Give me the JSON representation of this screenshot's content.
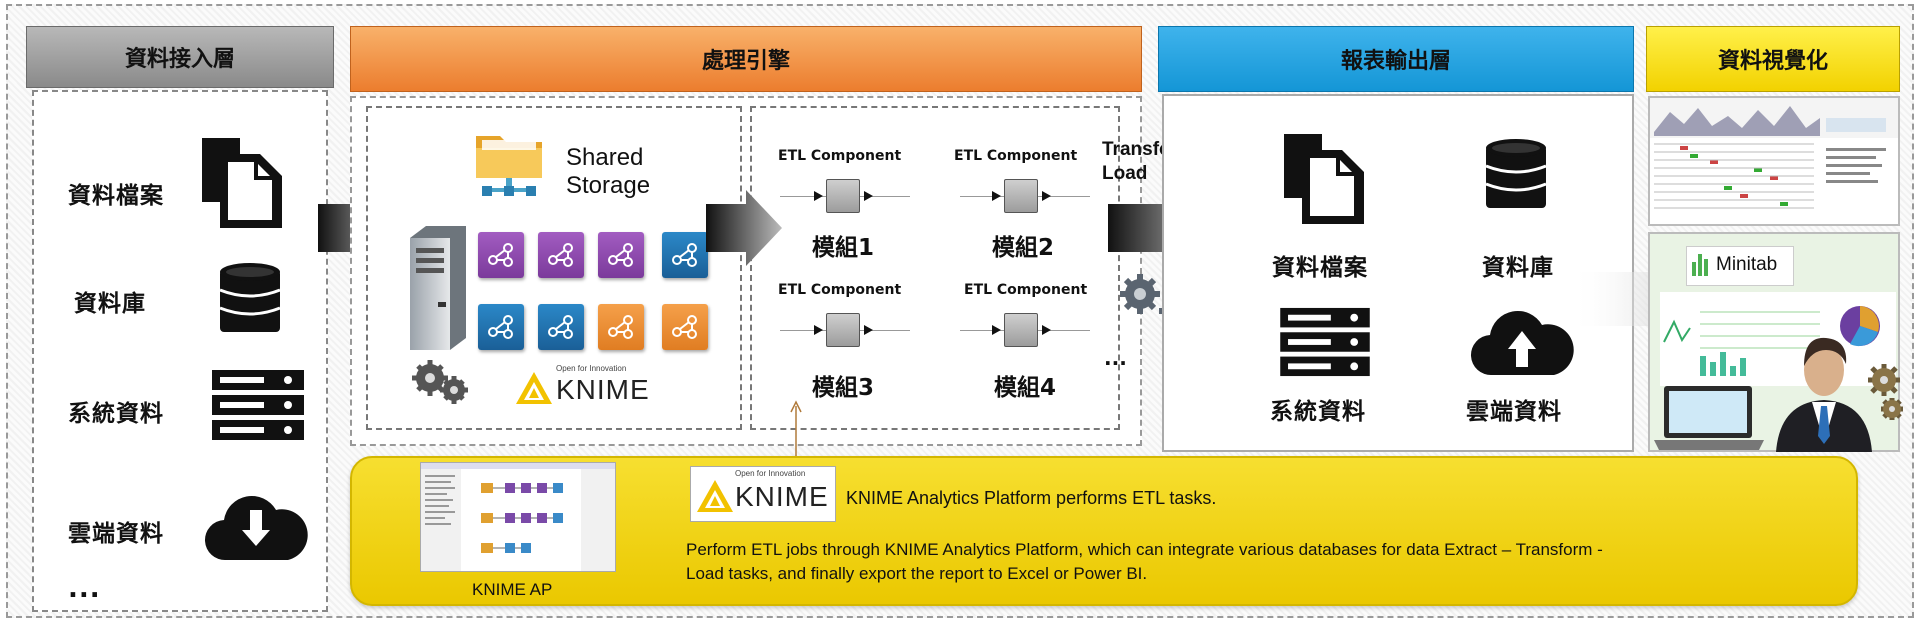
{
  "headers": {
    "ingest": "資料接入層",
    "engine": "處理引擎",
    "report": "報表輸出層",
    "visual": "資料視覺化"
  },
  "ingest_items": [
    "資料檔案",
    "資料庫",
    "系統資料",
    "雲端資料",
    "..."
  ],
  "engine": {
    "shared_storage": "Shared\nStorage",
    "knime_tagline": "Open for Innovation",
    "knime_name": "KNIME",
    "etl_label": "ETL Component",
    "modules": [
      "模組1",
      "模組2",
      "模組3",
      "模組4"
    ],
    "more": "...",
    "workflow_node_colors": [
      "purple",
      "purple",
      "purple",
      "blue",
      "blue",
      "blue",
      "orange",
      "orange"
    ]
  },
  "transform_label": "Transform /\nLoad",
  "report_items": [
    "資料檔案",
    "資料庫",
    "系統資料",
    "雲端資料"
  ],
  "visual": {
    "minitab_label": "Minitab"
  },
  "bottom": {
    "thumbnail_caption": "KNIME AP",
    "logo_tagline": "Open for Innovation",
    "logo_name": "KNIME",
    "headline": "KNIME Analytics Platform performs ETL tasks.",
    "description_line1": "Perform ETL jobs through KNIME Analytics Platform, which can integrate various databases for data Extract – Transform -",
    "description_line2": "Load tasks, and finally export the report to Excel or Power BI."
  },
  "colors": {
    "header_gray": "#8a8a8a",
    "header_orange": "#ec7d2e",
    "header_blue": "#1496d6",
    "header_yellow": "#f2d200",
    "bottom_bar": "#eac800"
  }
}
